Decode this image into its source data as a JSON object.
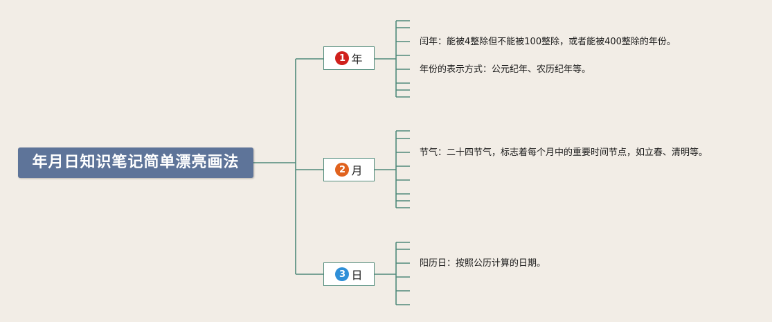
{
  "central_topic": "年月日知识笔记简单漂亮画法",
  "colors": {
    "background": "#f2ede6",
    "connector": "#4f8a7a",
    "central_fill": "#5e7499",
    "badge_1": "#d0201c",
    "badge_2": "#e0621e",
    "badge_3": "#2f8fd8"
  },
  "branches": [
    {
      "badge": "1",
      "label": "年",
      "notes": [
        "闰年：能被4整除但不能被100整除，或者能被400整除的年份。",
        "年份的表示方式：公元纪年、农历纪年等。"
      ]
    },
    {
      "badge": "2",
      "label": "月",
      "notes": [
        "节气：二十四节气，标志着每个月中的重要时间节点，如立春、清明等。"
      ]
    },
    {
      "badge": "3",
      "label": "日",
      "notes": [
        "阳历日：按照公历计算的日期。"
      ]
    }
  ]
}
